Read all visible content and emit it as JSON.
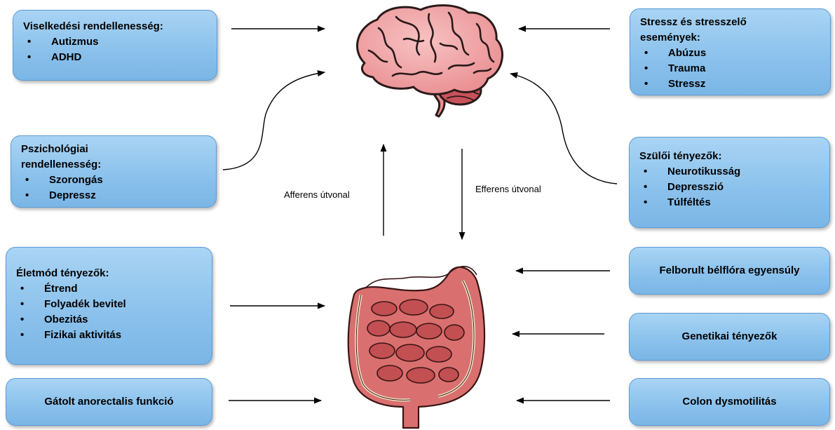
{
  "boxes": {
    "behavioral": {
      "title": "Viselkedési rendellenesség:",
      "items": [
        "Autizmus",
        "ADHD"
      ]
    },
    "psychological": {
      "title_line1": "Pszichológiai",
      "title_line2": "rendellenesség:",
      "items": [
        "Szorongás",
        "Depressz"
      ]
    },
    "lifestyle": {
      "title": "Életmód tényezők:",
      "items": [
        "Étrend",
        "Folyadék bevitel",
        "Obezitás",
        "Fizikai aktivitás"
      ]
    },
    "anorectal": {
      "title": "Gátolt anorectalis funkció"
    },
    "stress": {
      "title_line1": "Stressz és stresszelő",
      "title_line2": "események:",
      "items": [
        "Abúzus",
        "Trauma",
        "Stressz"
      ]
    },
    "parental": {
      "title": "Szülői tényezők:",
      "items": [
        "Neurotikusság",
        "Depresszió",
        "Túlféltés"
      ]
    },
    "dysbiosis": {
      "title": "Felborult bélflóra egyensúly"
    },
    "genetic": {
      "title": "Genetikai tényezők"
    },
    "colon": {
      "title": "Colon dysmotilitás"
    }
  },
  "pathways": {
    "afferent": "Afferens útvonal",
    "efferent": "Efferens útvonal"
  },
  "colors": {
    "box_fill": "#8cc2ec",
    "box_border": "#5b9bd5",
    "brain_pink": "#f2a5a5",
    "brain_outline": "#2b1a1a",
    "intestine_red": "#c95a5a",
    "arrow": "#000000"
  },
  "icons": [
    "brain-icon",
    "intestine-icon"
  ]
}
